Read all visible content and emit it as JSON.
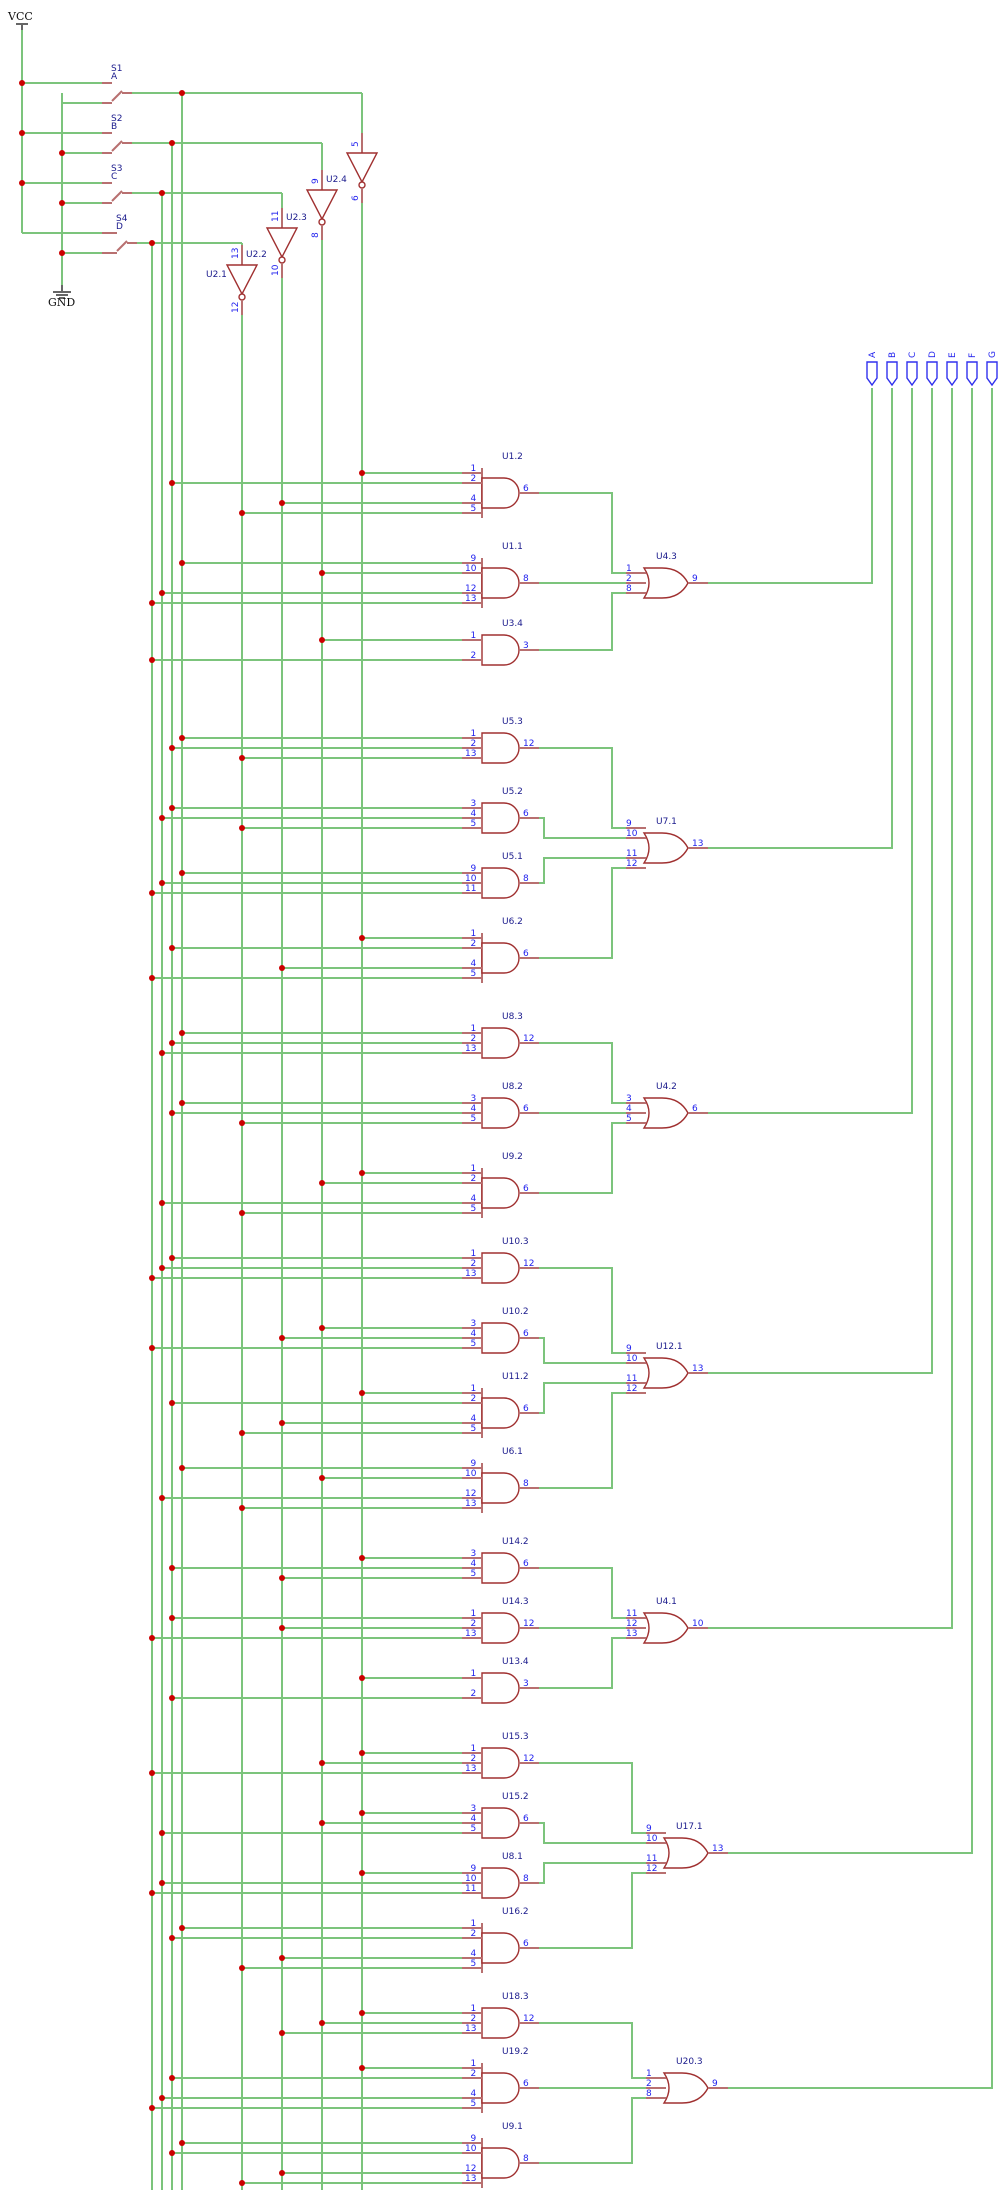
{
  "power": {
    "vcc_label": "VCC",
    "gnd_label": "GND"
  },
  "switches": [
    {
      "ref": "S1",
      "name": "A"
    },
    {
      "ref": "S2",
      "name": "B"
    },
    {
      "ref": "S3",
      "name": "C"
    },
    {
      "ref": "S4",
      "name": "D"
    }
  ],
  "inverters": [
    {
      "ref": "U2.4",
      "in_pin": "5",
      "out_pin": "6",
      "input": "A",
      "show_ref": false
    },
    {
      "ref": "U2.4",
      "in_pin": "9",
      "out_pin": "8",
      "input": "B",
      "show_ref": true
    },
    {
      "ref": "U2.3",
      "in_pin": "11",
      "out_pin": "10",
      "input": "C",
      "show_ref": true
    },
    {
      "ref": "U2.2",
      "in_pin": "13",
      "out_pin": "12",
      "input": "D",
      "show_ref": true,
      "extra_ref": "U2.1"
    }
  ],
  "outputs": [
    "A",
    "B",
    "C",
    "D",
    "E",
    "F",
    "G"
  ],
  "sections": [
    {
      "or": {
        "ref": "U4.3",
        "pins": [
          "1",
          "2",
          "8"
        ],
        "out": "9"
      },
      "output": "A",
      "ands": [
        {
          "ref": "U1.2",
          "pins": [
            "1",
            "2",
            "4",
            "5"
          ],
          "out": "6",
          "inputs": [
            "nA",
            "B",
            "nC",
            "nD"
          ]
        },
        {
          "ref": "U1.1",
          "pins": [
            "9",
            "10",
            "12",
            "13"
          ],
          "out": "8",
          "inputs": [
            "A",
            "nB",
            "C",
            "D"
          ]
        },
        {
          "ref": "U3.4",
          "pins": [
            "1",
            "2"
          ],
          "out": "3",
          "inputs": [
            "nB",
            "D"
          ]
        }
      ]
    },
    {
      "or": {
        "ref": "U7.1",
        "pins": [
          "9",
          "10",
          "11",
          "12"
        ],
        "out": "13"
      },
      "output": "B",
      "ands": [
        {
          "ref": "U5.3",
          "pins": [
            "1",
            "2",
            "13"
          ],
          "out": "12",
          "inputs": [
            "A",
            "B",
            "nD"
          ]
        },
        {
          "ref": "U5.2",
          "pins": [
            "3",
            "4",
            "5"
          ],
          "out": "6",
          "inputs": [
            "B",
            "C",
            "nD"
          ]
        },
        {
          "ref": "U5.1",
          "pins": [
            "9",
            "10",
            "11"
          ],
          "out": "8",
          "inputs": [
            "A",
            "C",
            "D"
          ]
        },
        {
          "ref": "U6.2",
          "pins": [
            "1",
            "2",
            "4",
            "5"
          ],
          "out": "6",
          "inputs": [
            "nA",
            "B",
            "nC",
            "D"
          ]
        }
      ]
    },
    {
      "or": {
        "ref": "U4.2",
        "pins": [
          "3",
          "4",
          "5"
        ],
        "out": "6"
      },
      "output": "C",
      "ands": [
        {
          "ref": "U8.3",
          "pins": [
            "1",
            "2",
            "13"
          ],
          "out": "12",
          "inputs": [
            "A",
            "B",
            "C"
          ]
        },
        {
          "ref": "U8.2",
          "pins": [
            "3",
            "4",
            "5"
          ],
          "out": "6",
          "inputs": [
            "A",
            "B",
            "nD"
          ]
        },
        {
          "ref": "U9.2",
          "pins": [
            "1",
            "2",
            "4",
            "5"
          ],
          "out": "6",
          "inputs": [
            "nA",
            "nB",
            "C",
            "nD"
          ]
        }
      ]
    },
    {
      "or": {
        "ref": "U12.1",
        "pins": [
          "9",
          "10",
          "11",
          "12"
        ],
        "out": "13"
      },
      "output": "D",
      "ands": [
        {
          "ref": "U10.3",
          "pins": [
            "1",
            "2",
            "13"
          ],
          "out": "12",
          "inputs": [
            "B",
            "C",
            "D"
          ]
        },
        {
          "ref": "U10.2",
          "pins": [
            "3",
            "4",
            "5"
          ],
          "out": "6",
          "inputs": [
            "nB",
            "nC",
            "D"
          ]
        },
        {
          "ref": "U11.2",
          "pins": [
            "1",
            "2",
            "4",
            "5"
          ],
          "out": "6",
          "inputs": [
            "nA",
            "B",
            "nC",
            "nD"
          ]
        },
        {
          "ref": "U6.1",
          "pins": [
            "9",
            "10",
            "12",
            "13"
          ],
          "out": "8",
          "inputs": [
            "A",
            "nB",
            "C",
            "nD"
          ]
        }
      ]
    },
    {
      "or": {
        "ref": "U4.1",
        "pins": [
          "11",
          "12",
          "13"
        ],
        "out": "10"
      },
      "output": "E",
      "ands": [
        {
          "ref": "U14.2",
          "pins": [
            "3",
            "4",
            "5"
          ],
          "out": "6",
          "inputs": [
            "nA",
            "B",
            "nC"
          ]
        },
        {
          "ref": "U14.3",
          "pins": [
            "1",
            "2",
            "13"
          ],
          "out": "12",
          "inputs": [
            "B",
            "nC",
            "D"
          ]
        },
        {
          "ref": "U13.4",
          "pins": [
            "1",
            "2"
          ],
          "out": "3",
          "inputs": [
            "nA",
            "B"
          ]
        }
      ]
    },
    {
      "or": {
        "ref": "U17.1",
        "pins": [
          "9",
          "10",
          "11",
          "12"
        ],
        "out": "13"
      },
      "output": "F",
      "ands": [
        {
          "ref": "U15.3",
          "pins": [
            "1",
            "2",
            "13"
          ],
          "out": "12",
          "inputs": [
            "nA",
            "nB",
            "D"
          ]
        },
        {
          "ref": "U15.2",
          "pins": [
            "3",
            "4",
            "5"
          ],
          "out": "6",
          "inputs": [
            "nA",
            "nB",
            "C"
          ]
        },
        {
          "ref": "U8.1",
          "pins": [
            "9",
            "10",
            "11"
          ],
          "out": "8",
          "inputs": [
            "nA",
            "C",
            "D"
          ]
        },
        {
          "ref": "U16.2",
          "pins": [
            "1",
            "2",
            "4",
            "5"
          ],
          "out": "6",
          "inputs": [
            "A",
            "B",
            "nC",
            "nD"
          ]
        }
      ]
    },
    {
      "or": {
        "ref": "U20.3",
        "pins": [
          "1",
          "2",
          "8"
        ],
        "out": "9"
      },
      "output": "G",
      "ands": [
        {
          "ref": "U18.3",
          "pins": [
            "1",
            "2",
            "13"
          ],
          "out": "12",
          "inputs": [
            "nA",
            "nB",
            "nC"
          ]
        },
        {
          "ref": "U19.2",
          "pins": [
            "1",
            "2",
            "4",
            "5"
          ],
          "out": "6",
          "inputs": [
            "nA",
            "B",
            "C",
            "D"
          ]
        },
        {
          "ref": "U9.1",
          "pins": [
            "9",
            "10",
            "12",
            "13"
          ],
          "out": "8",
          "inputs": [
            "A",
            "B",
            "nC",
            "nD"
          ]
        }
      ]
    }
  ]
}
